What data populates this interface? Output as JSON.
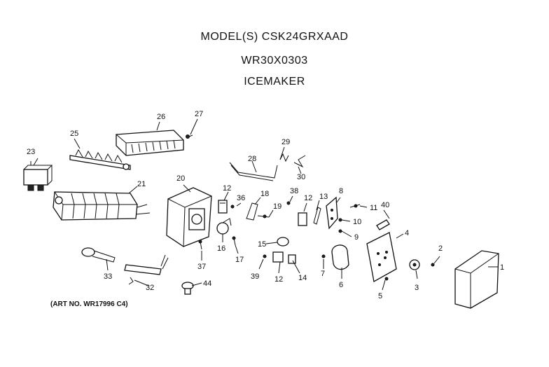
{
  "header": {
    "model": "MODEL(S) CSK24GRXAAD",
    "part_number": "WR30X0303",
    "assembly": "ICEMAKER"
  },
  "art_number": "(ART NO. WR17996 C4)",
  "parts": [
    {
      "id": "callout-1",
      "label": "1"
    },
    {
      "id": "callout-2",
      "label": "2"
    },
    {
      "id": "callout-3",
      "label": "3"
    },
    {
      "id": "callout-4",
      "label": "4"
    },
    {
      "id": "callout-5",
      "label": "5"
    },
    {
      "id": "callout-6",
      "label": "6"
    },
    {
      "id": "callout-7",
      "label": "7"
    },
    {
      "id": "callout-8",
      "label": "8"
    },
    {
      "id": "callout-9",
      "label": "9"
    },
    {
      "id": "callout-10",
      "label": "10"
    },
    {
      "id": "callout-11",
      "label": "11"
    },
    {
      "id": "callout-12a",
      "label": "12"
    },
    {
      "id": "callout-12b",
      "label": "12"
    },
    {
      "id": "callout-12c",
      "label": "12"
    },
    {
      "id": "callout-13",
      "label": "13"
    },
    {
      "id": "callout-14",
      "label": "14"
    },
    {
      "id": "callout-15",
      "label": "15"
    },
    {
      "id": "callout-16",
      "label": "16"
    },
    {
      "id": "callout-17",
      "label": "17"
    },
    {
      "id": "callout-18",
      "label": "18"
    },
    {
      "id": "callout-19",
      "label": "19"
    },
    {
      "id": "callout-20",
      "label": "20"
    },
    {
      "id": "callout-21",
      "label": "21"
    },
    {
      "id": "callout-23",
      "label": "23"
    },
    {
      "id": "callout-25",
      "label": "25"
    },
    {
      "id": "callout-26",
      "label": "26"
    },
    {
      "id": "callout-27",
      "label": "27"
    },
    {
      "id": "callout-28",
      "label": "28"
    },
    {
      "id": "callout-29",
      "label": "29"
    },
    {
      "id": "callout-30",
      "label": "30"
    },
    {
      "id": "callout-32",
      "label": "32"
    },
    {
      "id": "callout-33",
      "label": "33"
    },
    {
      "id": "callout-36",
      "label": "36"
    },
    {
      "id": "callout-37",
      "label": "37"
    },
    {
      "id": "callout-38",
      "label": "38"
    },
    {
      "id": "callout-39",
      "label": "39"
    },
    {
      "id": "callout-40",
      "label": "40"
    },
    {
      "id": "callout-44",
      "label": "44"
    }
  ]
}
